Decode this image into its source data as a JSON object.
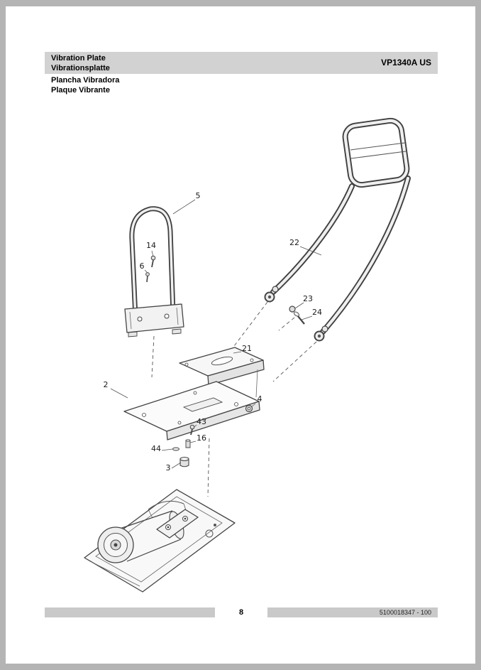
{
  "header": {
    "titles": [
      "Vibration Plate",
      "Vibrationsplatte",
      "Plancha Vibradora",
      "Plaque Vibrante"
    ],
    "model": "VP1340A US"
  },
  "diagram": {
    "callouts": {
      "c2": "2",
      "c3": "3",
      "c4": "4",
      "c5": "5",
      "c6": "6",
      "c14": "14",
      "c16": "16",
      "c21": "21",
      "c22": "22",
      "c23": "23",
      "c24": "24",
      "c43": "43",
      "c44": "44"
    }
  },
  "footer": {
    "page_number": "8",
    "doc_number": "5100018347 - 100"
  },
  "colors": {
    "band_gray": "#d2d2d2",
    "footer_gray": "#c9c9c9",
    "frame_gray": "#b4b4b4"
  }
}
